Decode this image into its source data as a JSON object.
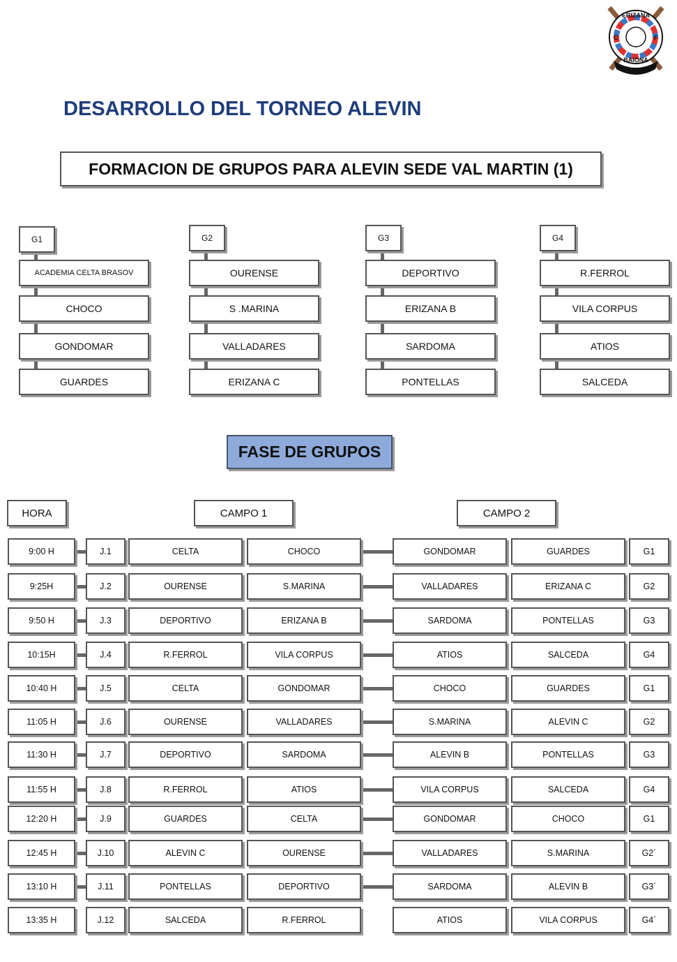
{
  "logo": {
    "text_top": "ERIZANA",
    "text_bottom": "BAIONA",
    "letters": [
      "C",
      "F"
    ]
  },
  "title": "DESARROLLO DEL TORNEO ALEVIN",
  "banner": "FORMACION DE GRUPOS PARA ALEVIN SEDE VAL MARTIN (1)",
  "groups": [
    {
      "label": "G1",
      "teams": [
        "ACADEMIA CELTA BRASOV",
        "CHOCO",
        "GONDOMAR",
        "GUARDES"
      ]
    },
    {
      "label": "G2",
      "teams": [
        "OURENSE",
        "S .MARINA",
        "VALLADARES",
        "ERIZANA C"
      ]
    },
    {
      "label": "G3",
      "teams": [
        "DEPORTIVO",
        "ERIZANA B",
        "SARDOMA",
        "PONTELLAS"
      ]
    },
    {
      "label": "G4",
      "teams": [
        "R.FERROL",
        "VILA CORPUS",
        "ATIOS",
        "SALCEDA"
      ]
    }
  ],
  "phase_title": "FASE DE GRUPOS",
  "headers": {
    "hora": "HORA",
    "campo1": "CAMPO 1",
    "campo2": "CAMPO 2"
  },
  "schedule": [
    {
      "hora": "9:00 H",
      "jornada": "J.1",
      "c1a": "CELTA",
      "c1b": "CHOCO",
      "c2a": "GONDOMAR",
      "c2b": "GUARDES",
      "group": "G1"
    },
    {
      "hora": "9:25H",
      "jornada": "J.2",
      "c1a": "OURENSE",
      "c1b": "S.MARINA",
      "c2a": "VALLADARES",
      "c2b": "ERIZANA C",
      "group": "G2"
    },
    {
      "hora": "9:50  H",
      "jornada": "J.3",
      "c1a": "DEPORTIVO",
      "c1b": "ERIZANA B",
      "c2a": "SARDOMA",
      "c2b": "PONTELLAS",
      "group": "G3"
    },
    {
      "hora": "10:15H",
      "jornada": "J.4",
      "c1a": "R.FERROL",
      "c1b": "VILA CORPUS",
      "c2a": "ATIOS",
      "c2b": "SALCEDA",
      "group": "G4"
    },
    {
      "hora": "10:40 H",
      "jornada": "J.5",
      "c1a": "CELTA",
      "c1b": "GONDOMAR",
      "c2a": "CHOCO",
      "c2b": "GUARDES",
      "group": "G1"
    },
    {
      "hora": "11:05 H",
      "jornada": "J.6",
      "c1a": "OURENSE",
      "c1b": "VALLADARES",
      "c2a": "S.MARINA",
      "c2b": "ALEVIN C",
      "group": "G2"
    },
    {
      "hora": "11:30 H",
      "jornada": "J.7",
      "c1a": "DEPORTIVO",
      "c1b": "SARDOMA",
      "c2a": "ALEVIN B",
      "c2b": "PONTELLAS",
      "group": "G3"
    },
    {
      "hora": "11:55 H",
      "jornada": "J.8",
      "c1a": "R.FERROL",
      "c1b": "ATIOS",
      "c2a": "VILA CORPUS",
      "c2b": "SALCEDA",
      "group": "G4"
    },
    {
      "hora": "12:20 H",
      "jornada": "J.9",
      "c1a": "GUARDES",
      "c1b": "CELTA",
      "c2a": "GONDOMAR",
      "c2b": "CHOCO",
      "group": "G1"
    },
    {
      "hora": "12:45 H",
      "jornada": "J.10",
      "c1a": "ALEVIN C",
      "c1b": "OURENSE",
      "c2a": "VALLADARES",
      "c2b": "S.MARINA",
      "group": "G2´"
    },
    {
      "hora": "13:10 H",
      "jornada": "J.11",
      "c1a": "PONTELLAS",
      "c1b": "DEPORTIVO",
      "c2a": "SARDOMA",
      "c2b": "ALEVIN B",
      "group": "G3´"
    },
    {
      "hora": "13:35 H",
      "jornada": "J.12",
      "c1a": "SALCEDA",
      "c1b": "R.FERROL",
      "c2a": "ATIOS",
      "c2b": "VILA CORPUS",
      "group": "G4´"
    }
  ]
}
